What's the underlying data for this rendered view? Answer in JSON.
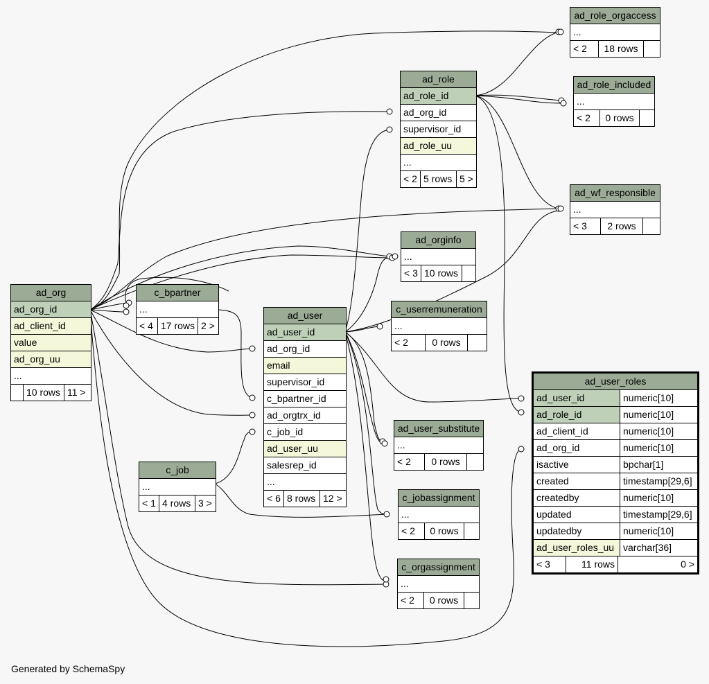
{
  "footer": "Generated by SchemaSpy",
  "tables": {
    "ad_role_orgaccess": {
      "name": "ad_role_orgaccess",
      "rows": [
        "..."
      ],
      "foot": [
        "< 2",
        "18 rows",
        ""
      ]
    },
    "ad_role": {
      "name": "ad_role",
      "rows": [
        "ad_role_id",
        "ad_org_id",
        "supervisor_id",
        "ad_role_uu",
        "..."
      ],
      "foot": [
        "< 2",
        "5 rows",
        "5 >"
      ]
    },
    "ad_role_included": {
      "name": "ad_role_included",
      "rows": [
        "..."
      ],
      "foot": [
        "< 2",
        "0 rows",
        ""
      ]
    },
    "ad_wf_responsible": {
      "name": "ad_wf_responsible",
      "rows": [
        "..."
      ],
      "foot": [
        "< 3",
        "2 rows",
        ""
      ]
    },
    "ad_orginfo": {
      "name": "ad_orginfo",
      "rows": [
        "..."
      ],
      "foot": [
        "< 3",
        "10 rows",
        ""
      ]
    },
    "ad_org": {
      "name": "ad_org",
      "rows": [
        "ad_org_id",
        "ad_client_id",
        "value",
        "ad_org_uu",
        "..."
      ],
      "foot": [
        "",
        "10 rows",
        "11 >"
      ]
    },
    "c_bpartner": {
      "name": "c_bpartner",
      "rows": [
        "..."
      ],
      "foot": [
        "< 4",
        "17 rows",
        "2 >"
      ]
    },
    "ad_user": {
      "name": "ad_user",
      "rows": [
        "ad_user_id",
        "ad_org_id",
        "email",
        "supervisor_id",
        "c_bpartner_id",
        "ad_orgtrx_id",
        "c_job_id",
        "ad_user_uu",
        "salesrep_id",
        "..."
      ],
      "foot": [
        "< 6",
        "8 rows",
        "12 >"
      ]
    },
    "c_userremuneration": {
      "name": "c_userremuneration",
      "rows": [
        "..."
      ],
      "foot": [
        "< 2",
        "0 rows",
        ""
      ]
    },
    "ad_user_roles": {
      "name": "ad_user_roles",
      "rows": [
        [
          "ad_user_id",
          "numeric[10]"
        ],
        [
          "ad_role_id",
          "numeric[10]"
        ],
        [
          "ad_client_id",
          "numeric[10]"
        ],
        [
          "ad_org_id",
          "numeric[10]"
        ],
        [
          "isactive",
          "bpchar[1]"
        ],
        [
          "created",
          "timestamp[29,6]"
        ],
        [
          "createdby",
          "numeric[10]"
        ],
        [
          "updated",
          "timestamp[29,6]"
        ],
        [
          "updatedby",
          "numeric[10]"
        ],
        [
          "ad_user_roles_uu",
          "varchar[36]"
        ]
      ],
      "foot": [
        "< 3",
        "11 rows",
        "0 >"
      ]
    },
    "ad_user_substitute": {
      "name": "ad_user_substitute",
      "rows": [
        "..."
      ],
      "foot": [
        "< 2",
        "0 rows",
        ""
      ]
    },
    "c_job": {
      "name": "c_job",
      "rows": [
        "..."
      ],
      "foot": [
        "< 1",
        "4 rows",
        "3 >"
      ]
    },
    "c_jobassignment": {
      "name": "c_jobassignment",
      "rows": [
        "..."
      ],
      "foot": [
        "< 2",
        "0 rows",
        ""
      ]
    },
    "c_orgassignment": {
      "name": "c_orgassignment",
      "rows": [
        "..."
      ],
      "foot": [
        "< 2",
        "0 rows",
        ""
      ]
    }
  },
  "colors": {
    "header": "#9bab96",
    "primary_key": "#bed1b8",
    "indexed": "#f4f7da",
    "background": "#f7f7f7"
  }
}
